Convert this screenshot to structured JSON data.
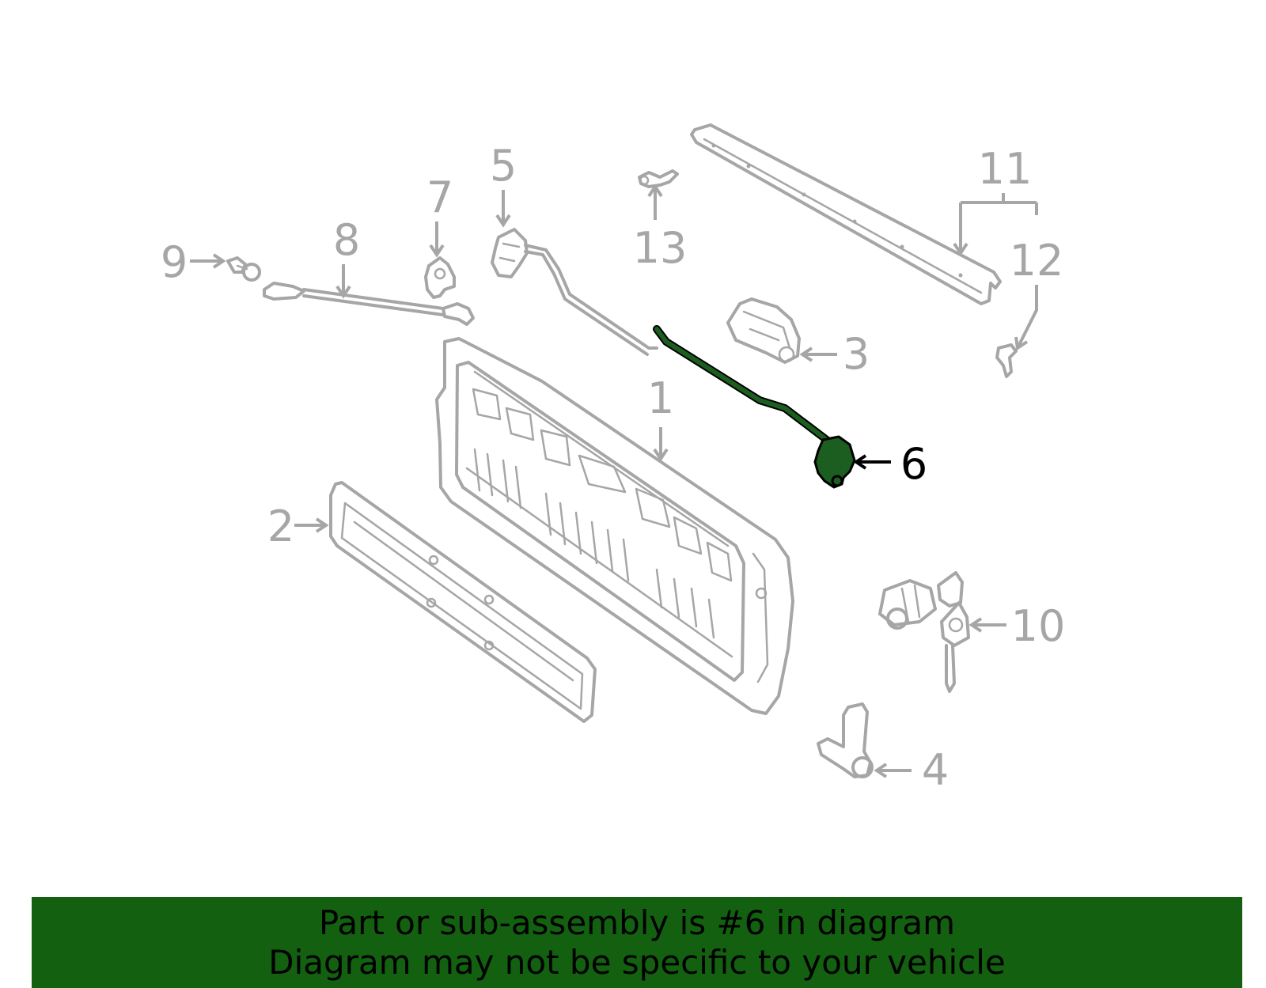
{
  "callouts": {
    "c1": "1",
    "c2": "2",
    "c3": "3",
    "c4": "4",
    "c5": "5",
    "c6": "6",
    "c7": "7",
    "c8": "8",
    "c9": "9",
    "c10": "10",
    "c11": "11",
    "c12": "12",
    "c13": "13"
  },
  "highlighted_part": "6",
  "colors": {
    "part_outline": "#a6a6a6",
    "highlight_fill": "#1b5e20",
    "banner_bg": "#126010",
    "banner_text": "#000000"
  },
  "banner": {
    "line1": "Part or sub-assembly is #6 in diagram",
    "line2": "Diagram may not be specific to your vehicle"
  }
}
